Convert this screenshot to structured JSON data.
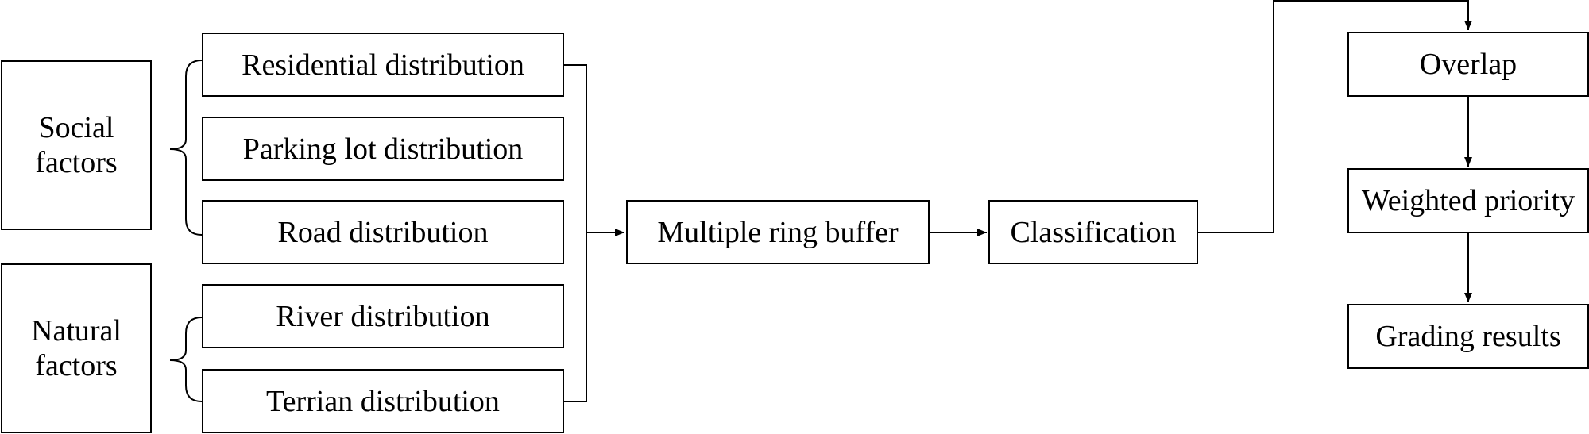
{
  "categories": {
    "social": {
      "line1": "Social",
      "line2": "factors"
    },
    "natural": {
      "line1": "Natural",
      "line2": "factors"
    }
  },
  "factors": {
    "residential": "Residential distribution",
    "parking": "Parking lot distribution",
    "road": "Road distribution",
    "river": "River distribution",
    "terrain": "Terrian distribution"
  },
  "process": {
    "buffer": "Multiple ring buffer",
    "classification": "Classification"
  },
  "output": {
    "overlap": "Overlap",
    "weighted": "Weighted priority",
    "grading": "Grading results"
  }
}
